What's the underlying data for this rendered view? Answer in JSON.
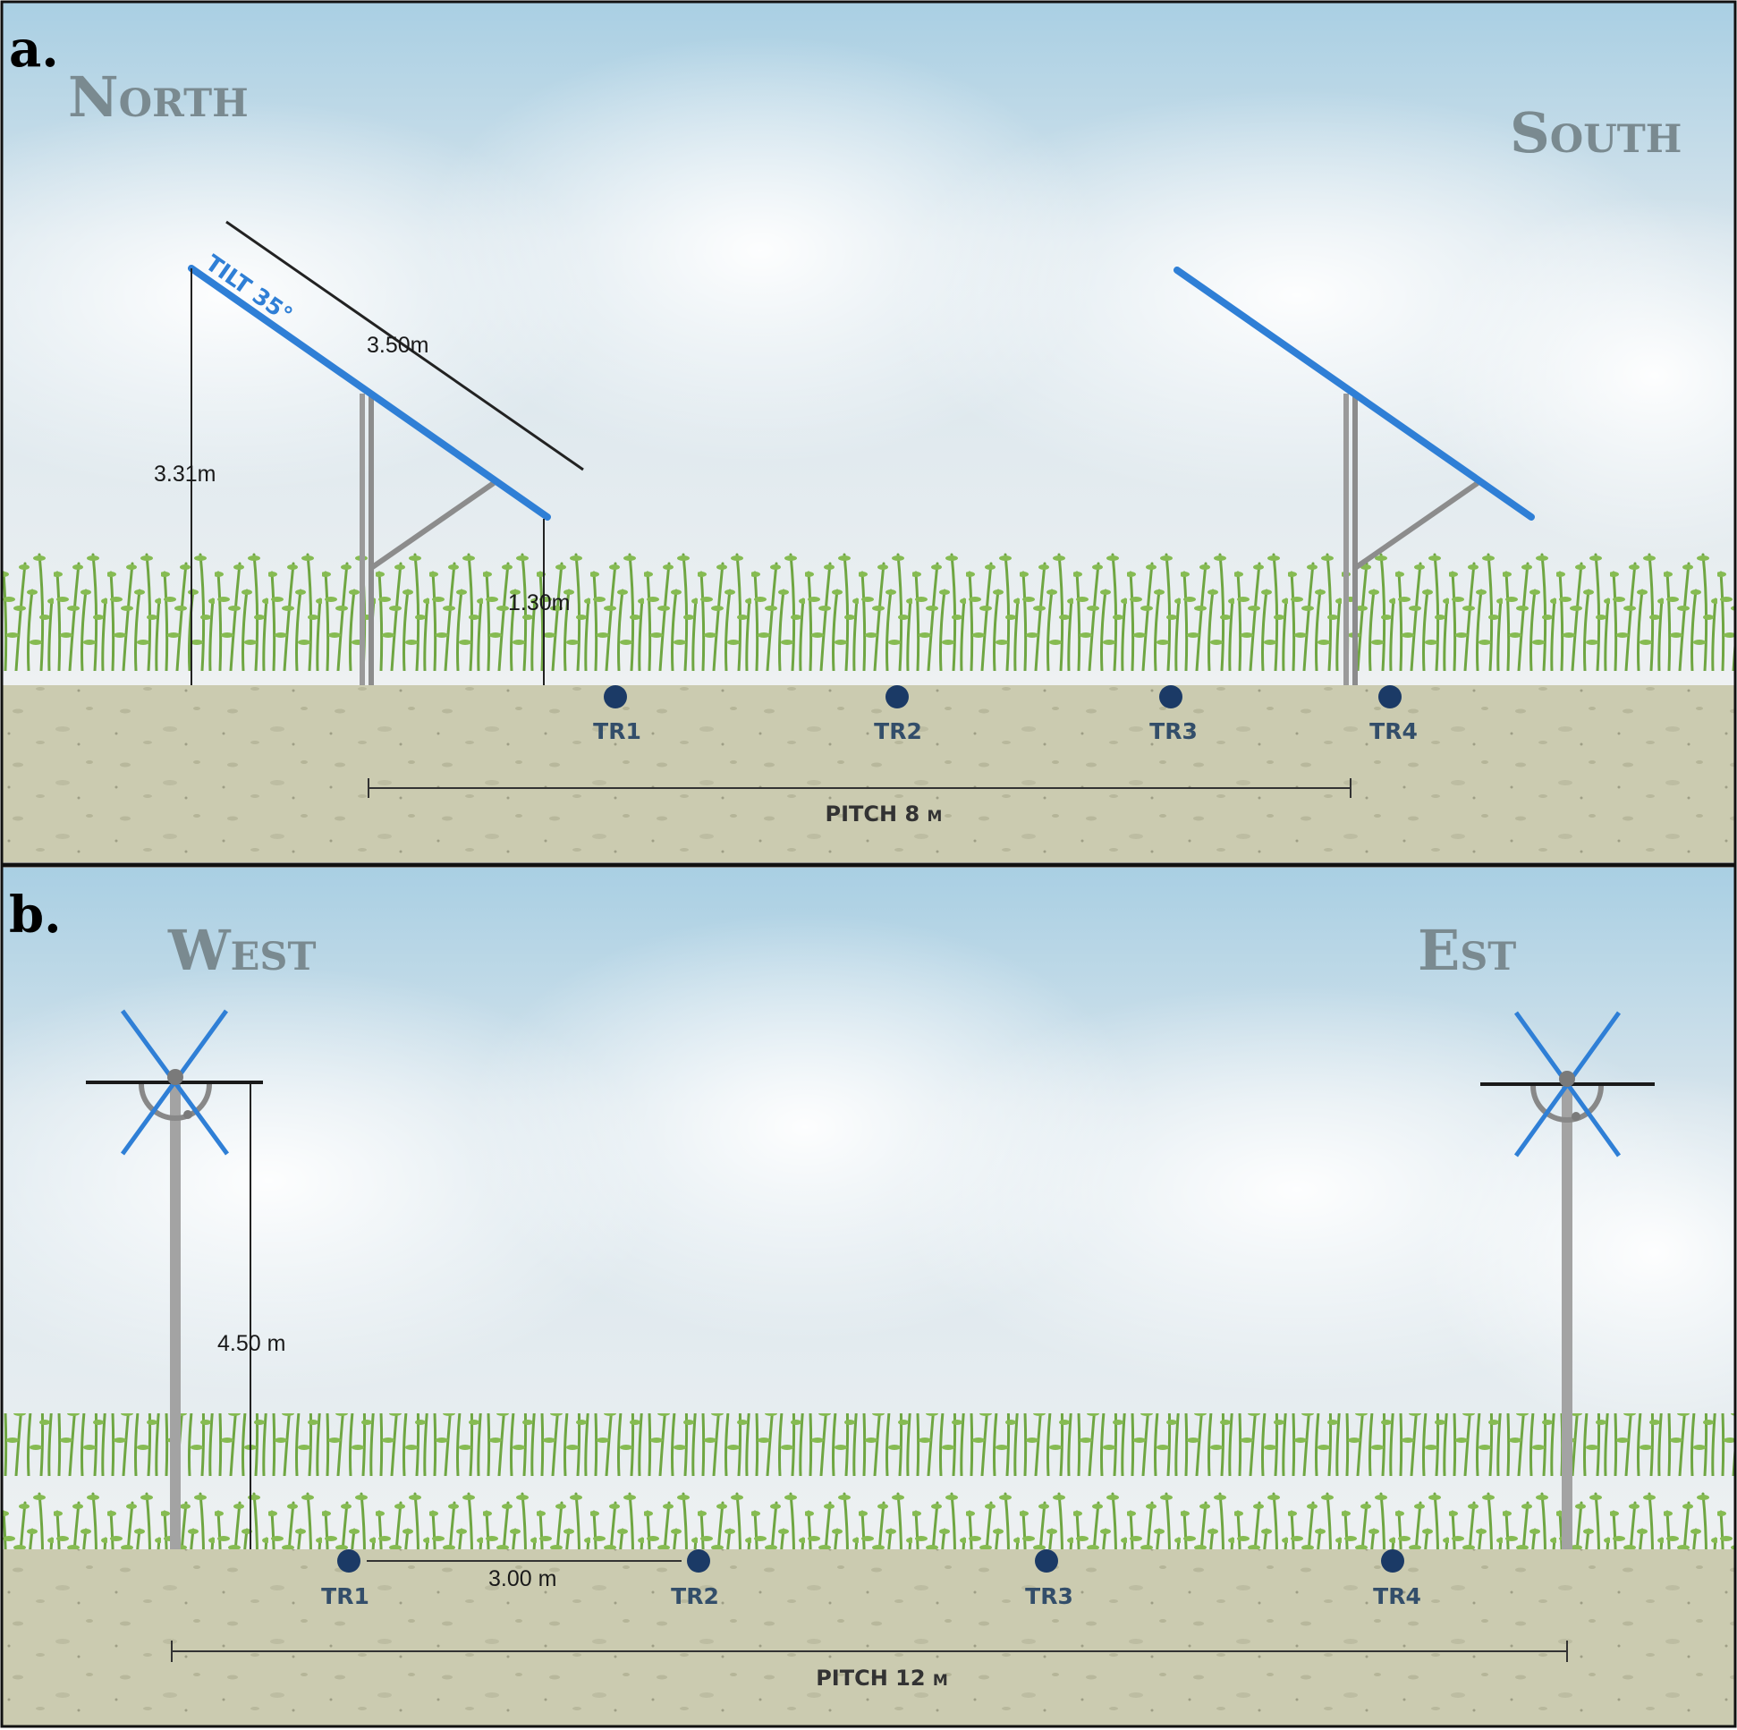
{
  "panel_a": {
    "letter": "a.",
    "left_direction": "North",
    "right_direction": "South",
    "panel_length": "3.50m",
    "high_edge_height": "3.31m",
    "low_edge_height": "1.30m",
    "tilt": "TILT 35°",
    "sensors": [
      "TR1",
      "TR2",
      "TR3",
      "TR4"
    ],
    "pitch": "PITCH 8 m"
  },
  "panel_b": {
    "letter": "b.",
    "left_direction": "West",
    "right_direction": "Est",
    "pivot_height": "4.50 m",
    "sensor_spacing": "3.00 m",
    "sensors": [
      "TR1",
      "TR2",
      "TR3",
      "TR4"
    ],
    "pitch": "PITCH 12 m"
  },
  "colors": {
    "sky_top": "#a9cfe3",
    "ground": "#cbcbb0",
    "vegetation": "#7fb04a",
    "solar_panel": "#2f7fd6",
    "sensor_dot": "#1b3a66",
    "structure": "#9a9a9a"
  }
}
